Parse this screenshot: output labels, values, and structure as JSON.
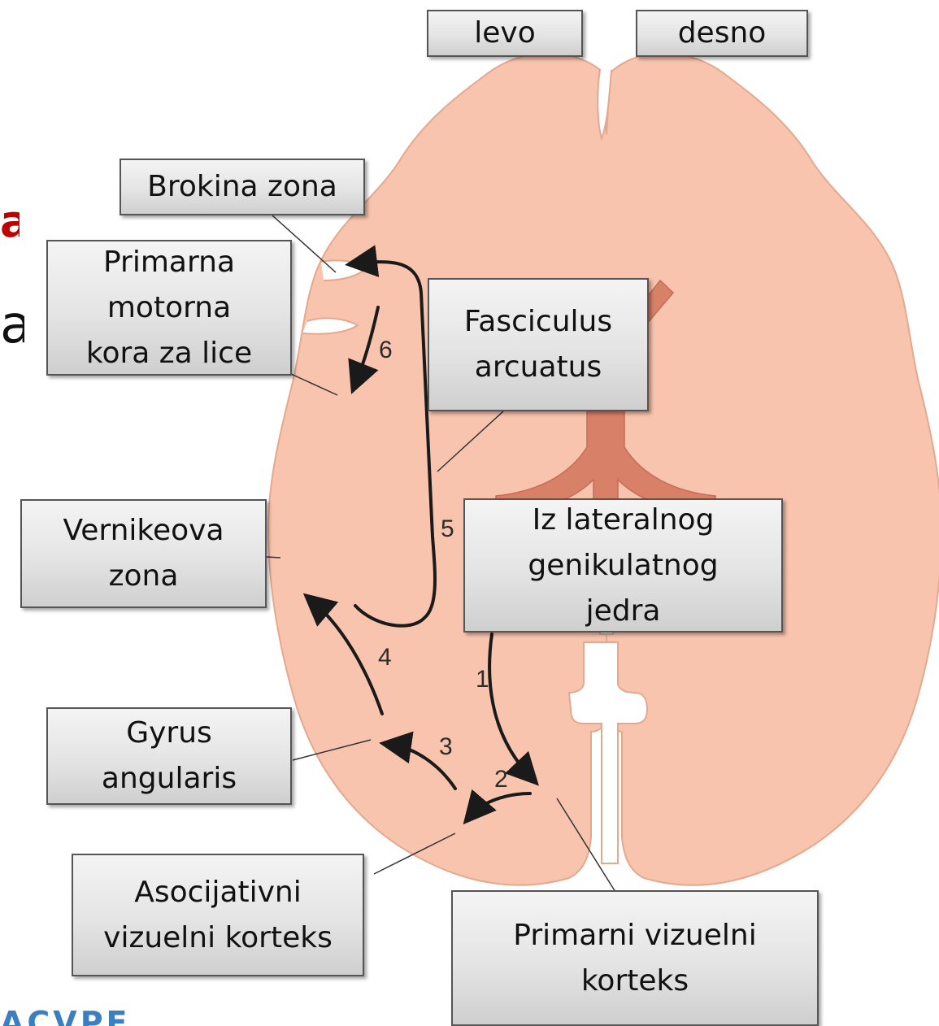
{
  "labels": {
    "levo": "levo",
    "desno": "desno",
    "brokina": "Brokina zona",
    "motorna": "Primarna\nmotorna\nkora za lice",
    "fasciculus": "Fasciculus\narcuatus",
    "vernike": "Vernikeova\nzona",
    "lateralnog": "Iz lateralnog\ngenikulatnog\njedra",
    "gyrus": "Gyrus\nangularis",
    "asocijativni": "Asocijativni\nvizuelni korteks",
    "primarni_viz": "Primarni vizuelni\nkorteks"
  },
  "step_numbers": [
    "1",
    "2",
    "3",
    "4",
    "5",
    "6"
  ],
  "fragments": {
    "left_red": "a",
    "left_black": "a",
    "bottom_logo": "ACVPE"
  },
  "colors": {
    "brain_fill": "#f8c4ae",
    "brain_outline": "#e3a990",
    "ventricle_fill": "#d98068",
    "arrow": "#1a1a1a",
    "label_border": "#555555",
    "accent_red": "#c00000"
  }
}
